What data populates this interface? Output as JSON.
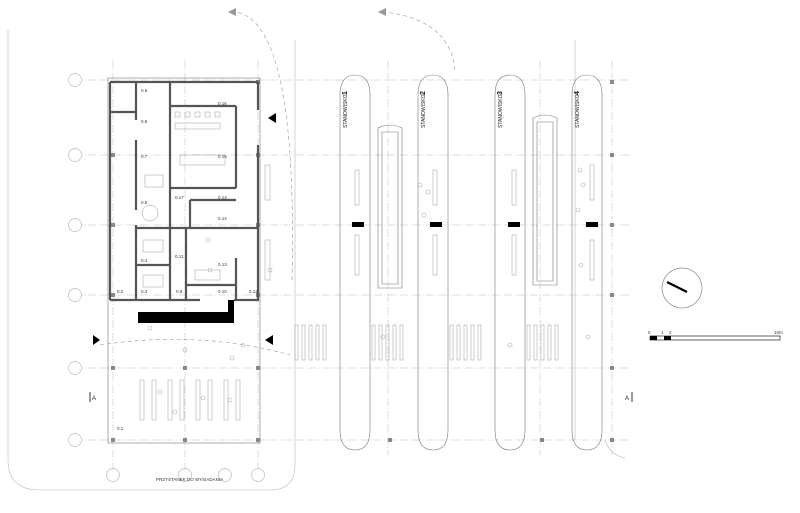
{
  "rooms": [
    {
      "id": "0.6a",
      "label": "0.6"
    },
    {
      "id": "0.6b",
      "label": "0.6"
    },
    {
      "id": "0.7",
      "label": "0.7"
    },
    {
      "id": "0.5",
      "label": "0.5"
    },
    {
      "id": "0.4",
      "label": "0.4"
    },
    {
      "id": "0.3",
      "label": "0.3"
    },
    {
      "id": "0.2",
      "label": "0.2"
    },
    {
      "id": "0.16",
      "label": "0.16"
    },
    {
      "id": "0.15",
      "label": "0.15"
    },
    {
      "id": "0.14a",
      "label": "0.14"
    },
    {
      "id": "0.17",
      "label": "0.17"
    },
    {
      "id": "0.14b",
      "label": "0.14"
    },
    {
      "id": "0.11",
      "label": "0.11"
    },
    {
      "id": "0.13",
      "label": "0.13"
    },
    {
      "id": "0.9",
      "label": "0.9"
    },
    {
      "id": "0.10",
      "label": "0.10"
    },
    {
      "id": "0.12",
      "label": "0.12"
    },
    {
      "id": "0.1",
      "label": "0.1"
    }
  ],
  "stands": [
    {
      "text": "STANOWISKO",
      "num": "1"
    },
    {
      "text": "STANOWISKO",
      "num": "2"
    },
    {
      "text": "STANOWISKO",
      "num": "3"
    },
    {
      "text": "STANOWISKO",
      "num": "4"
    }
  ],
  "section_marks": {
    "left": "A",
    "right": "A"
  },
  "stop_label": "PRZYSTANEK DO WYSIADANIA",
  "scale_bar": {
    "ticks": [
      "0",
      "1",
      "2"
    ],
    "end": "10m"
  }
}
